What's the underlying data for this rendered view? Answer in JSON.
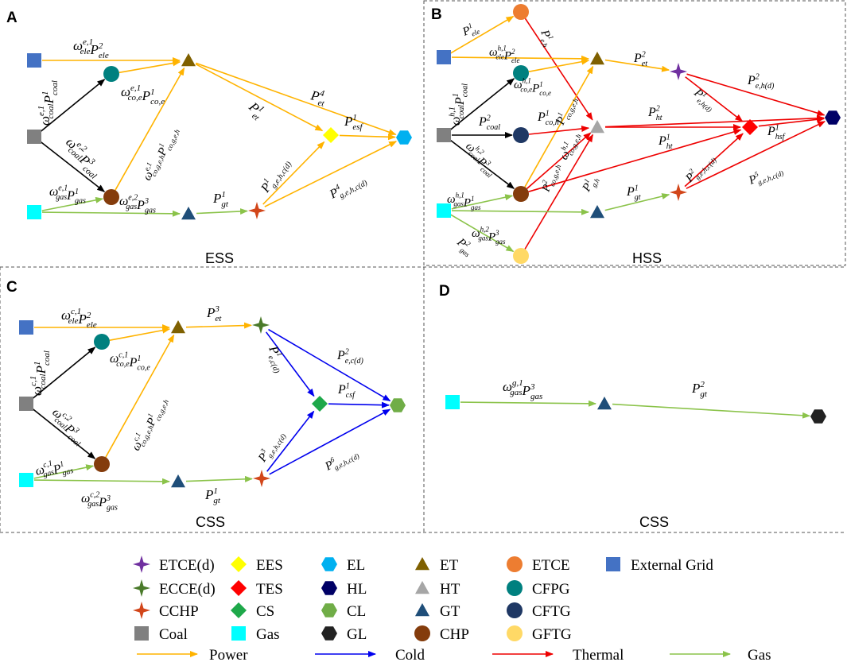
{
  "panels": {
    "A": {
      "letter": "A",
      "title": "ESS"
    },
    "B": {
      "letter": "B",
      "title": "HSS"
    },
    "C": {
      "letter": "C",
      "title": "CSS"
    },
    "D": {
      "letter": "D",
      "title": "CSS"
    }
  },
  "colors": {
    "power": "#FFB300",
    "cold": "#0000EE",
    "thermal": "#EE0000",
    "gas": "#8BC34A",
    "black": "#000000",
    "etce_d": "#7030A0",
    "ecce_d": "#4A7A2A",
    "cchp": "#D2461A",
    "coal": "#808080",
    "ees": "#FFFF00",
    "tes": "#FF0000",
    "cs": "#1EA84A",
    "gas_src": "#00FFFF",
    "el": "#00B0F0",
    "hl": "#000066",
    "cl": "#70AD47",
    "gl": "#222222",
    "et": "#7F6000",
    "ht": "#A6A6A6",
    "gt": "#1F4E79",
    "chp": "#843C0C",
    "etce": "#ED7D31",
    "cfpg": "#00807F",
    "cftg": "#1F3864",
    "gftg": "#FFD966",
    "grid": "#4472C4"
  },
  "legend": {
    "items": [
      {
        "label": "ETCE(d)",
        "icon": "star4-icon",
        "color": "#7030A0"
      },
      {
        "label": "EES",
        "icon": "diamond-icon",
        "color": "#FFFF00"
      },
      {
        "label": "EL",
        "icon": "hexagon-icon",
        "color": "#00B0F0"
      },
      {
        "label": "ET",
        "icon": "triangle-icon",
        "color": "#7F6000"
      },
      {
        "label": "ETCE",
        "icon": "circle-icon",
        "color": "#ED7D31"
      },
      {
        "label": "External Grid",
        "icon": "square-icon",
        "color": "#4472C4"
      },
      {
        "label": "ECCE(d)",
        "icon": "star4-icon",
        "color": "#4A7A2A"
      },
      {
        "label": "TES",
        "icon": "diamond-icon",
        "color": "#FF0000"
      },
      {
        "label": "HL",
        "icon": "hexagon-icon",
        "color": "#000066"
      },
      {
        "label": "HT",
        "icon": "triangle-icon",
        "color": "#A6A6A6"
      },
      {
        "label": "CFPG",
        "icon": "circle-icon",
        "color": "#00807F"
      },
      {
        "label": "CCHP",
        "icon": "star4-icon",
        "color": "#D2461A"
      },
      {
        "label": "CS",
        "icon": "diamond-icon",
        "color": "#1EA84A"
      },
      {
        "label": "CL",
        "icon": "hexagon-icon",
        "color": "#70AD47"
      },
      {
        "label": "GT",
        "icon": "triangle-icon",
        "color": "#1F4E79"
      },
      {
        "label": "CFTG",
        "icon": "circle-icon",
        "color": "#1F3864"
      },
      {
        "label": "Coal",
        "icon": "square-icon",
        "color": "#808080"
      },
      {
        "label": "Gas",
        "icon": "square-icon",
        "color": "#00FFFF"
      },
      {
        "label": "GL",
        "icon": "hexagon-icon",
        "color": "#222222"
      },
      {
        "label": "CHP",
        "icon": "circle-icon",
        "color": "#843C0C"
      },
      {
        "label": "GFTG",
        "icon": "circle-icon",
        "color": "#FFD966"
      }
    ],
    "flows": [
      {
        "label": "Power",
        "color": "#FFB300"
      },
      {
        "label": "Cold",
        "color": "#0000EE"
      },
      {
        "label": "Thermal",
        "color": "#EE0000"
      },
      {
        "label": "Gas",
        "color": "#8BC34A"
      }
    ]
  },
  "edge_labels": {
    "A": {
      "grid_et": "ω^{e,1}_{ele}P^{2}_{ele}",
      "coal_cfpg": "ω^{e,1}_{coal}P^{1}_{coal}",
      "cfpg_et": "ω^{e,1}_{co,e}P^{1}_{co,e}",
      "coal_chp": "ω^{e,2}_{coal}P^{3}_{coal}",
      "chp_et": "ω^{e,1}_{co,g,e,h}P^{1}_{co,g,e,h}",
      "gas_chp": "ω^{e,1}_{gas}P^{1}_{gas}",
      "gas_gt": "ω^{e,2}_{gas}P^{3}_{gas}",
      "gt_cchp": "P^{1}_{gt}",
      "et_ees": "P^{1}_{et}",
      "et_el": "P^{4}_{et}",
      "ees_el": "P^{1}_{esf}",
      "cchp_ees": "P^{1}_{g,e,h,c(d)}",
      "cchp_el": "P^{4}_{g,e,h,c(d)}"
    },
    "B": {
      "grid_etce": "P^{1}_{ele}",
      "etce_ht": "P^{1}_{e,h}",
      "grid_et": "ω^{h,1}_{ele}P^{2}_{ele}",
      "et_etced": "P^{2}_{et}",
      "coal_cfpg": "ω^{h,1}_{coal}P^{1}_{coal}",
      "cfpg_et": "ω^{h,1}_{co,e}P^{1}_{co,e}",
      "chp_et": "P^{1}_{co,g,e,h}",
      "coal_cftg": "P^{2}_{coal}",
      "cftg_ht": "P^{1}_{co,h}",
      "chp_ht": "ω^{h,1}_{co,g,e,h}",
      "coal_chp": "ω^{h,2}_{coal}P^{3}_{coal}",
      "chp_tes": "P^{2}_{co,g,e,h}",
      "gftg_ht": "P^{1}_{g,h}",
      "gas_chp": "ω^{h,1}_{gas}P^{1}_{gas}",
      "gas_gt": "ω^{h,2}_{gas}P^{3}_{gas}",
      "gas_gftg": "P^{2}_{gas}",
      "gt_cchp": "P^{1}_{gt}",
      "etced_hl": "P^{2}_{e,h(d)}",
      "etced_tes": "P^{1}_{e,h(d)}",
      "ht_hl": "P^{2}_{ht}",
      "ht_tes": "P^{1}_{ht}",
      "tes_hl": "P^{1}_{hsf}",
      "cchp_tes": "P^{2}_{g,e,h,c(d)}",
      "cchp_hl": "P^{5}_{g,e,h,c(d)}"
    },
    "C": {
      "grid_et": "ω^{c,1}_{ele}P^{2}_{ele}",
      "coal_cfpg": "ω^{c,1}_{coal}P^{1}_{coal}",
      "cfpg_et": "ω^{c,1}_{co,e}P^{1}_{co,e}",
      "coal_chp": "ω^{c,2}_{coal}P^{3}_{coal}",
      "chp_et": "ω^{c,1}_{co,g,e,h}P^{1}_{co,g,e,h}",
      "gas_chp": "ω^{c,1}_{gas}P^{1}_{gas}",
      "gas_gt": "ω^{c,2}_{gas}P^{3}_{gas}",
      "gt_cchp": "P^{1}_{gt}",
      "et_ecce": "P^{3}_{et}",
      "ecce_cs": "P^{1}_{e,c(d)}",
      "ecce_cl": "P^{2}_{e,c(d)}",
      "cs_cl": "P^{1}_{csf}",
      "cchp_cs": "P^{3}_{g,e,h,c(d)}",
      "cchp_cl": "P^{6}_{g,e,h,c(d)}"
    },
    "D": {
      "gas_gt": "ω^{g,1}_{gas}P^{3}_{gas}",
      "gt_gl": "P^{2}_{gt}"
    }
  }
}
